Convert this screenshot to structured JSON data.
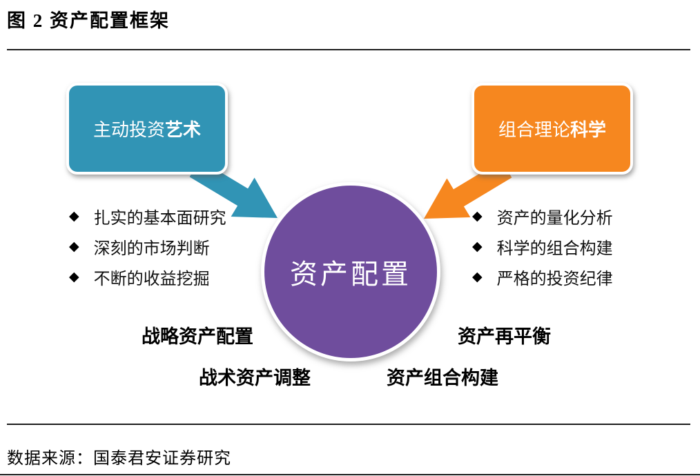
{
  "figure": {
    "title": "图 2 资产配置框架",
    "source": "数据来源：国泰君安证券研究"
  },
  "colors": {
    "teal": "#3194B5",
    "orange": "#F6871F",
    "purple": "#6F4D9D",
    "text": "#000000"
  },
  "left_box": {
    "label_regular": "主动投资",
    "label_bold": "艺术"
  },
  "right_box": {
    "label_regular": "组合理论",
    "label_bold": "科学"
  },
  "center_circle": {
    "label": "资产配置"
  },
  "bullet_marker": "◆",
  "left_bullets": {
    "items": [
      "扎实的基本面研究",
      "深刻的市场判断",
      "不断的收益挖掘"
    ]
  },
  "right_bullets": {
    "items": [
      "资产的量化分析",
      "科学的组合构建",
      "严格的投资纪律"
    ]
  },
  "process_labels": {
    "strategic": "战略资产配置",
    "rebalance": "资产再平衡",
    "tactical": "战术资产调整",
    "portfolio": "资产组合构建"
  }
}
